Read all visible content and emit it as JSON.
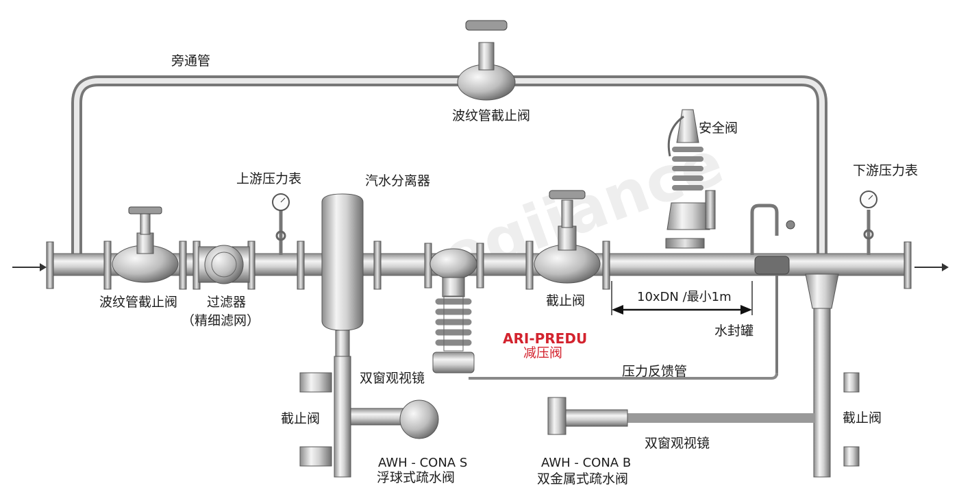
{
  "labels": {
    "bypass": "旁通管",
    "bellows_globe_valve_top": "波纹管截止阀",
    "safety_valve": "安全阀",
    "upstream_gauge": "上游压力表",
    "separator": "汽水分离器",
    "downstream_gauge": "下游压力表",
    "bellows_globe_valve_left": "波纹管截止阀",
    "strainer": "过滤器",
    "strainer_note": "（精细滤网）",
    "globe_valve_main": "截止阀",
    "distance": "10xDN /最小1m",
    "water_seal_pot": "水封罐",
    "product_name": "ARI-PREDU",
    "product_type": "减压阀",
    "sight_glass_left": "双窗观视镜",
    "pressure_feedback": "压力反馈管",
    "globe_valve_left": "截止阀",
    "globe_valve_right": "截止阀",
    "trap_s_model": "AWH - CONA S",
    "trap_s_type": "浮球式疏水阀",
    "trap_b_model": "AWH - CONA B",
    "trap_b_type": "双金属式疏水阀",
    "sight_glass_right": "双窗观视镜",
    "watermark": "eqijance"
  },
  "colors": {
    "steel_light": "#f2f2f2",
    "steel_mid": "#c4c4c4",
    "steel_dark": "#7a7a7a",
    "outline": "#555555",
    "brand_red": "#d3232e"
  }
}
